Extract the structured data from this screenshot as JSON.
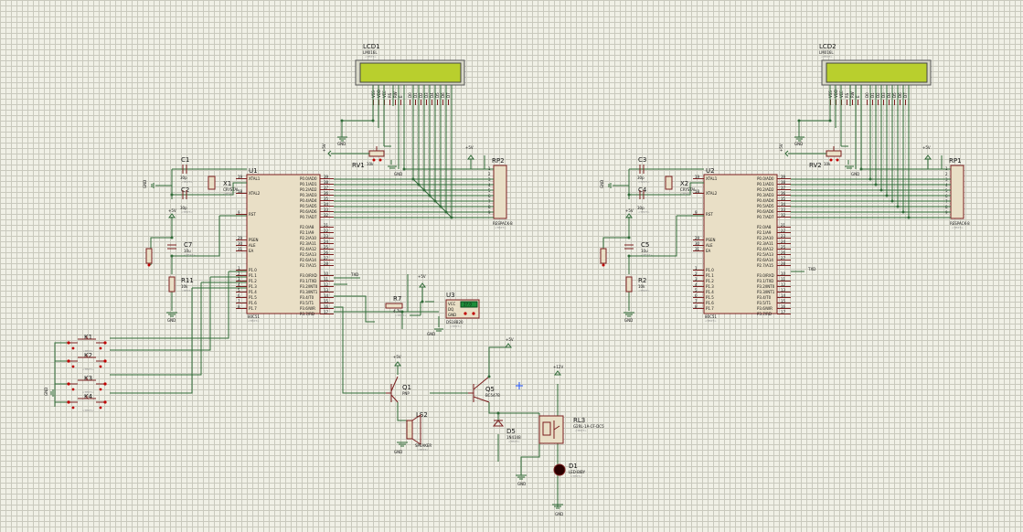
{
  "lcd1": {
    "ref": "LCD1",
    "part": "LM016L",
    "text": "<TEXT>",
    "pins": [
      "VSS",
      "VDD",
      "VEE",
      "RS",
      "RW",
      "E",
      "D0",
      "D1",
      "D2",
      "D3",
      "D4",
      "D5",
      "D6",
      "D7"
    ]
  },
  "lcd2": {
    "ref": "LCD2",
    "part": "LM016L",
    "text": "<TEXT>",
    "pins": [
      "VSS",
      "VDD",
      "VEE",
      "RS",
      "RW",
      "E",
      "D0",
      "D1",
      "D2",
      "D3",
      "D4",
      "D5",
      "D6",
      "D7"
    ]
  },
  "mcu1": {
    "ref": "U1",
    "part": "80C51",
    "text": "<TEXT>"
  },
  "mcu2": {
    "ref": "U2",
    "part": "80C51",
    "text": "<TEXT>"
  },
  "mcu_left_pins": [
    {
      "num": "19",
      "name": "XTAL1"
    },
    {
      "num": "18",
      "name": "XTAL2"
    },
    {
      "num": "9",
      "name": "RST"
    },
    {
      "num": "29",
      "name": "PSEN"
    },
    {
      "num": "30",
      "name": "ALE"
    },
    {
      "num": "31",
      "name": "EA"
    },
    {
      "num": "1",
      "name": "P1.0"
    },
    {
      "num": "2",
      "name": "P1.1"
    },
    {
      "num": "3",
      "name": "P1.2"
    },
    {
      "num": "4",
      "name": "P1.3"
    },
    {
      "num": "5",
      "name": "P1.4"
    },
    {
      "num": "6",
      "name": "P1.5"
    },
    {
      "num": "7",
      "name": "P1.6"
    },
    {
      "num": "8",
      "name": "P1.7"
    }
  ],
  "mcu_right_pins": [
    {
      "num": "39",
      "name": "P0.0/AD0"
    },
    {
      "num": "38",
      "name": "P0.1/AD1"
    },
    {
      "num": "37",
      "name": "P0.2/AD2"
    },
    {
      "num": "36",
      "name": "P0.3/AD3"
    },
    {
      "num": "35",
      "name": "P0.4/AD4"
    },
    {
      "num": "34",
      "name": "P0.5/AD5"
    },
    {
      "num": "33",
      "name": "P0.6/AD6"
    },
    {
      "num": "32",
      "name": "P0.7/AD7"
    },
    {
      "num": "21",
      "name": "P2.0/A8"
    },
    {
      "num": "22",
      "name": "P2.1/A9"
    },
    {
      "num": "23",
      "name": "P2.2/A10"
    },
    {
      "num": "24",
      "name": "P2.3/A11"
    },
    {
      "num": "25",
      "name": "P2.4/A12"
    },
    {
      "num": "26",
      "name": "P2.5/A13"
    },
    {
      "num": "27",
      "name": "P2.6/A14"
    },
    {
      "num": "28",
      "name": "P2.7/A15"
    },
    {
      "num": "10",
      "name": "P3.0/RXD"
    },
    {
      "num": "11",
      "name": "P3.1/TXD"
    },
    {
      "num": "12",
      "name": "P3.2/INT0"
    },
    {
      "num": "13",
      "name": "P3.3/INT1"
    },
    {
      "num": "14",
      "name": "P3.4/T0"
    },
    {
      "num": "15",
      "name": "P3.5/T1"
    },
    {
      "num": "16",
      "name": "P3.6/WR"
    },
    {
      "num": "17",
      "name": "P3.7/RD"
    }
  ],
  "rp2": {
    "ref": "RP2",
    "part": "RESPACK-8",
    "text": "<TEXT>"
  },
  "rp1": {
    "ref": "RP1",
    "part": "RESPACK-8",
    "text": "<TEXT>"
  },
  "rp_pins": [
    "1",
    "2",
    "3",
    "4",
    "5",
    "6",
    "7",
    "8",
    "9"
  ],
  "rv1": {
    "ref": "RV1",
    "val": "10k"
  },
  "rv2": {
    "ref": "RV2",
    "val": "10k"
  },
  "c1": {
    "ref": "C1",
    "val": "30p",
    "text": "<TEXT>"
  },
  "c2": {
    "ref": "C2",
    "val": "30p",
    "text": "<TEXT>"
  },
  "c3": {
    "ref": "C3",
    "val": "30p",
    "text": "<TEXT>"
  },
  "c4": {
    "ref": "C4",
    "val": "30p",
    "text": "<TEXT>"
  },
  "c7": {
    "ref": "C7",
    "val": "10u",
    "text": "<TEXT>"
  },
  "c5": {
    "ref": "C5",
    "val": "10u",
    "text": "<TEXT>"
  },
  "x1": {
    "ref": "X1",
    "val": "CRYSTAL",
    "text": "<TEXT>"
  },
  "x2": {
    "ref": "X2",
    "val": "CRYSTAL",
    "text": "<TEXT>"
  },
  "r11": {
    "ref": "R11",
    "val": "10k",
    "text": "<TEXT>"
  },
  "r2": {
    "ref": "R2",
    "val": "10k",
    "text": "<TEXT>"
  },
  "r7": {
    "ref": "R7",
    "val": "4.7k",
    "text": "<TEXT>"
  },
  "u3": {
    "ref": "U3",
    "part": "DS18B20",
    "display": "27.0",
    "pins": [
      "VCC",
      "DQ",
      "GND"
    ],
    "text": "<TEXT>"
  },
  "q1": {
    "ref": "Q1",
    "part": "PNP"
  },
  "q5": {
    "ref": "Q5",
    "part": "BC547B"
  },
  "ls2": {
    "ref": "LS2",
    "part": "SPEAKER",
    "text": "<TEXT>"
  },
  "d5": {
    "ref": "D5",
    "part": "1N4148",
    "text": "<TEXT>"
  },
  "rl3": {
    "ref": "RL3",
    "part": "G2RL-1A-CF-DC5",
    "text": "<TEXT>"
  },
  "d1": {
    "ref": "D1",
    "part": "LED-BIBY",
    "text": "<TEXT>"
  },
  "keys": [
    {
      "ref": "K1"
    },
    {
      "ref": "K2"
    },
    {
      "ref": "K3"
    },
    {
      "ref": "K4"
    }
  ],
  "key_text": "<TEXT>",
  "net": {
    "gnd": "GND",
    "vcc": "+5V",
    "v12": "+12V",
    "txd": "TXD"
  }
}
